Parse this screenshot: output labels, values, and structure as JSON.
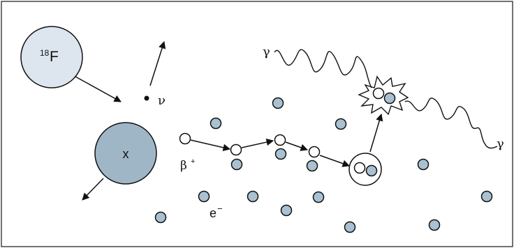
{
  "labels": {
    "fluorine": "F",
    "fluorine_mass": "18",
    "nucleus_x": "x",
    "neutrino": "ν",
    "positron": "β",
    "positron_charge": "+",
    "electron": "e",
    "electron_charge": "−",
    "gamma": "γ"
  },
  "colors": {
    "fluorine_fill": "#dde6ee",
    "nucleus_fill": "#9fb6c6",
    "electron_fill": "#a9c1d2",
    "stroke": "#111111"
  }
}
